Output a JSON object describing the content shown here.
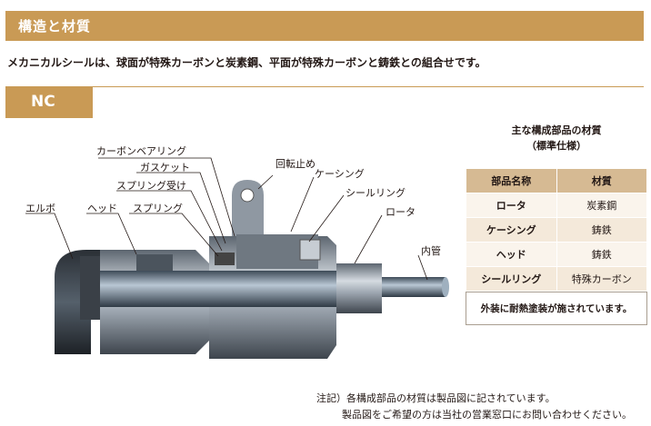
{
  "section": {
    "title": "構造と材質"
  },
  "intro": "メカニカルシールは、球面が特殊カーボンと炭素鋼、平面が特殊カーボンと鋳鉄との組合せです。",
  "model": "NC",
  "callouts": {
    "carbon_bearing": "カーボンベアリング",
    "gasket": "ガスケット",
    "spring_seat": "スプリング受け",
    "spring": "スプリング",
    "head": "ヘッド",
    "elbow": "エルボ",
    "anti_rotation": "回転止め",
    "casing": "ケーシング",
    "seal_ring": "シールリング",
    "rotor": "ロータ",
    "inner_pipe": "内管"
  },
  "table": {
    "title_line1": "主な構成部品の材質",
    "title_line2": "（標準仕様）",
    "headers": [
      "部品名称",
      "材質"
    ],
    "rows": [
      [
        "ロータ",
        "炭素鋼"
      ],
      [
        "ケーシング",
        "鋳鉄"
      ],
      [
        "ヘッド",
        "鋳鉄"
      ],
      [
        "シールリング",
        "特殊カーボン"
      ]
    ]
  },
  "note": "外装に耐熱塗装が施されています。",
  "footnotes": {
    "line1": "注記）各構成部品の材質は製品図に記されています。",
    "line2": "製品図をご希望の方は当社の営業窓口にお問い合わせください。"
  },
  "colors": {
    "accent": "#c99a55",
    "table_header": "#d6ba93",
    "table_row_a": "#f4e9da",
    "table_row_b": "#faf4ec"
  }
}
